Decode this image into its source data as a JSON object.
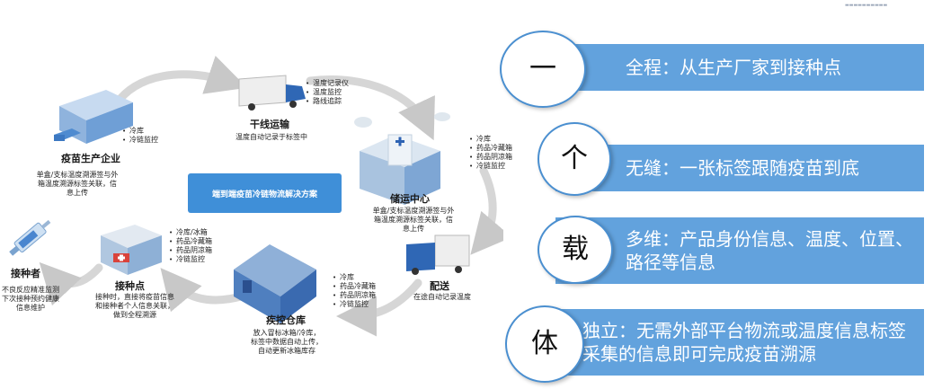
{
  "diagram": {
    "center_title": "端到端疫苗冷链物流解决方案",
    "nodes": [
      {
        "id": "factory",
        "title": "疫苗生产企业",
        "bullets": [
          "冷库",
          "冷链监控"
        ],
        "desc": "单盒/支标温度溯源签与外箱温度溯源标签关联，信息上传"
      },
      {
        "id": "trunk",
        "title": "干线运输",
        "bullets": [
          "温度记录仪",
          "温度监控",
          "路线追踪"
        ],
        "desc": "温度自动记录于标签中"
      },
      {
        "id": "hub",
        "title": "储运中心",
        "bullets": [
          "冷库",
          "药品冷藏箱",
          "药品阴凉箱",
          "冷链监控"
        ],
        "desc": "单盒/支标温度溯源签与外箱温度溯源标签关联，信息上传"
      },
      {
        "id": "delivery",
        "title": "配送",
        "desc": "在途自动记录温度"
      },
      {
        "id": "cdc",
        "title": "疾控仓库",
        "bullets": [
          "冷库",
          "药品冷藏箱",
          "药品阴凉箱",
          "冷链监控"
        ],
        "desc": "放入冒标冰箱/冷库，标签中数据自动上传，自动更新冰箱库存"
      },
      {
        "id": "clinic",
        "title": "接种点",
        "bullets": [
          "冷库/冰箱",
          "药品冷藏箱",
          "药品阴凉箱",
          "冷链监控"
        ],
        "desc": "接种时，直接将疫苗信息和接种者个人信息关联，做到全程溯源"
      },
      {
        "id": "recipient",
        "title": "接种者",
        "desc": "不良反应精准监测下次接种预约健康信息维护"
      }
    ]
  },
  "features": [
    {
      "char": "一",
      "text": "全程：从生产厂家到接种点"
    },
    {
      "char": "个",
      "text": "无缝：一张标签跟随疫苗到底"
    },
    {
      "char": "载",
      "text": "多维：产品身份信息、温度、位置、路径等信息"
    },
    {
      "char": "体",
      "text": "独立：无需外部平台物流或温度信息标签采集的信息即可完成疫苗溯源"
    }
  ],
  "colors": {
    "band_blue": "#62a2dd",
    "center_box_blue": "#3f8fd8",
    "circle_border": "#4a8fd0",
    "arrow_gray": "#d2d2d2"
  }
}
